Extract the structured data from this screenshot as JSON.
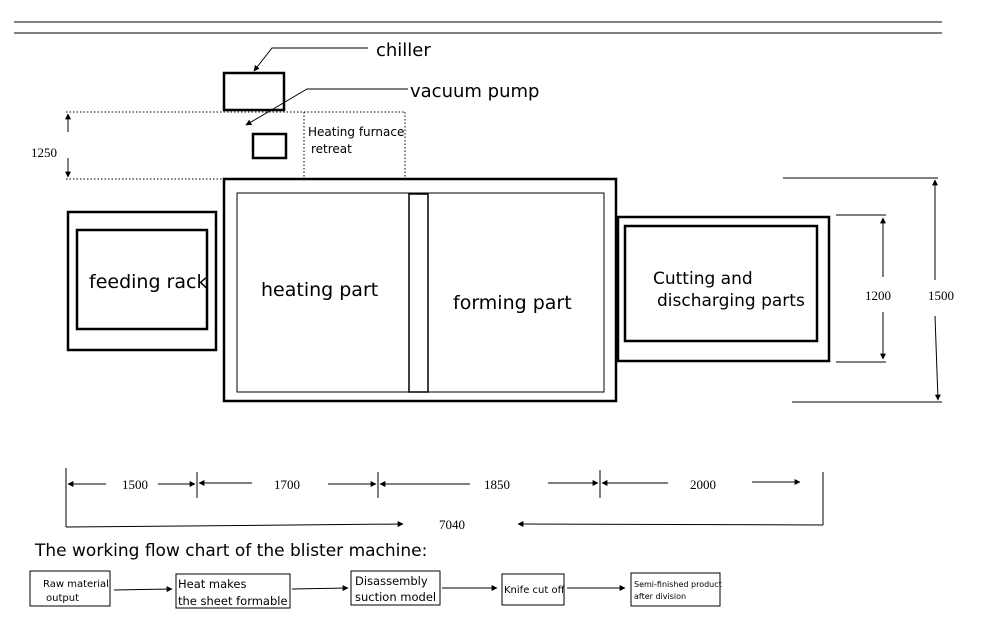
{
  "labels": {
    "chiller": "chiller",
    "vacuum_pump": "vacuum pump",
    "furnace_line1": "Heating furnace",
    "furnace_line2": "retreat",
    "feeding_rack": "feeding rack",
    "heating_part": "heating part",
    "forming_part": "forming part",
    "cutting_line1": "Cutting and",
    "cutting_line2": "discharging parts"
  },
  "dimensions": {
    "furnace_height": "1250",
    "cutting_inner_height": "1200",
    "cutting_outer_height": "1500",
    "seg_feeding": "1500",
    "seg_heating": "1700",
    "seg_forming": "1850",
    "seg_cutting": "2000",
    "total_length": "7040"
  },
  "flow": {
    "title": "The working flow chart of the blister machine:",
    "step1_line1": "Raw material",
    "step1_line2": "output",
    "step2_line1": "Heat makes",
    "step2_line2": "the sheet formable",
    "step3_line1": "Disassembly",
    "step3_line2": "suction model",
    "step4": "Knife cut off",
    "step5_line1": "Semi-finished product",
    "step5_line2": "after division"
  }
}
